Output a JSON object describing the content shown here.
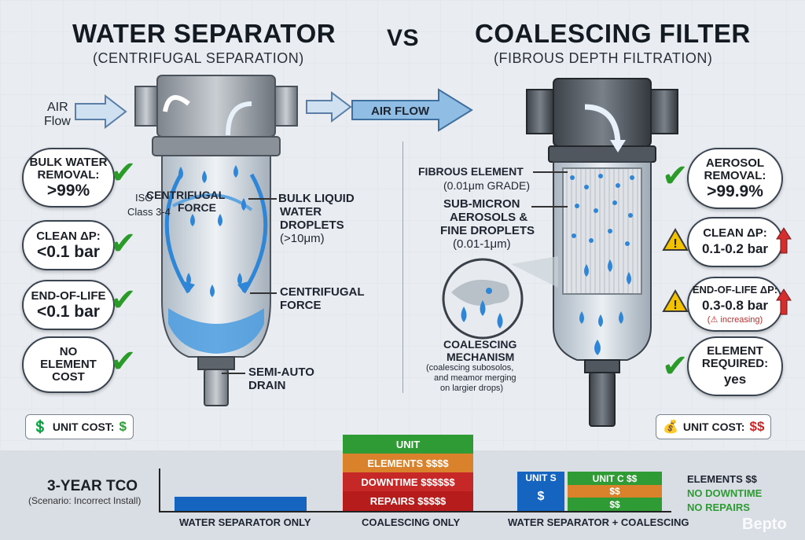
{
  "titles": {
    "left_title": "WATER SEPARATOR",
    "left_subtitle": "(CENTRIFUGAL SEPARATION)",
    "vs": "VS",
    "right_title": "COALESCING FILTER",
    "right_subtitle": "(FIBROUS DEPTH FILTRATION)"
  },
  "flow": {
    "air_flow_left_1": "AIR",
    "air_flow_left_2": "Flow",
    "air_flow_center": "AIR FLOW"
  },
  "left_pills": [
    {
      "line1": "BULK WATER",
      "line2": "REMOVAL:",
      "value": ">99%"
    },
    {
      "line1": "CLEAN ΔP:",
      "line2": "",
      "value": "<0.1 bar"
    },
    {
      "line1": "END-OF-LIFE",
      "line2": "",
      "value": "<0.1 bar"
    },
    {
      "line1": "NO",
      "line2": "ELEMENT",
      "value": "COST"
    }
  ],
  "left_labels": {
    "iso_1": "ISO",
    "iso_2": "Class 3-4",
    "bulk_1": "BULK LIQUID",
    "bulk_2": "WATER",
    "bulk_3": "DROPLETS",
    "bulk_4": "(>10μm)",
    "inner_force_1": "CENTRIFUGAL",
    "inner_force_2": "FORCE",
    "cent_1": "CENTRIFUGAL",
    "cent_2": "FORCE",
    "drain_1": "SEMI-AUTO",
    "drain_2": "DRAIN"
  },
  "right_labels": {
    "fibrous_1": "FIBROUS ELEMENT",
    "fibrous_2": "(0.01μm GRADE)",
    "sub_1": "SUB-MICRON",
    "sub_2": "AEROSOLS &",
    "sub_3": "FINE DROPLETS",
    "sub_4": "(0.01-1μm)",
    "coal_1": "COALESCING",
    "coal_2": "MECHANISM",
    "coal_3": "(coalescing subosolos,",
    "coal_4": "and meamor merging",
    "coal_5": "on largier drops)"
  },
  "right_pills": [
    {
      "line1": "AEROSOL",
      "line2": "REMOVAL:",
      "value": ">99.9%",
      "marker": "check"
    },
    {
      "line1": "CLEAN ΔP:",
      "line2": "",
      "value": "0.1-0.2 bar",
      "marker": "warning"
    },
    {
      "line1": "END-OF-LIFE ΔP:",
      "line2": "",
      "value": "0.3-0.8 bar",
      "note": "(⚠ increasing)",
      "marker": "warning"
    },
    {
      "line1": "ELEMENT",
      "line2": "REQUIRED:",
      "value": "yes",
      "marker": "check"
    }
  ],
  "unit_cost": {
    "left_label": "UNIT COST:",
    "left_value": "$",
    "right_label": "UNIT COST:",
    "right_value": "$$"
  },
  "tco": {
    "title": "3-YEAR TCO",
    "scenario": "(Scenario: Incorrect Install)",
    "categories": [
      "WATER SEPARATOR ONLY",
      "COALESCING ONLY",
      "WATER SEPARATOR + COALESCING"
    ],
    "coalescing_stack": [
      "UNIT",
      "ELEMENTS $$$$",
      "DOWNTIME $$$$$$",
      "REPAIRS $$$$$"
    ],
    "combo_unit_s": "UNIT S",
    "combo_unit_s_value": "$",
    "combo_unit_c": "UNIT C $$",
    "combo_rows": [
      "$$",
      "$$"
    ],
    "legend": [
      "ELEMENTS $$",
      "NO DOWNTIME",
      "NO REPAIRS"
    ]
  },
  "watermark": "Bepto",
  "colors": {
    "blue": "#1565c0",
    "green": "#2e9b34",
    "orange": "#d9822b",
    "red": "#c62828",
    "water": "#2f86d6"
  }
}
